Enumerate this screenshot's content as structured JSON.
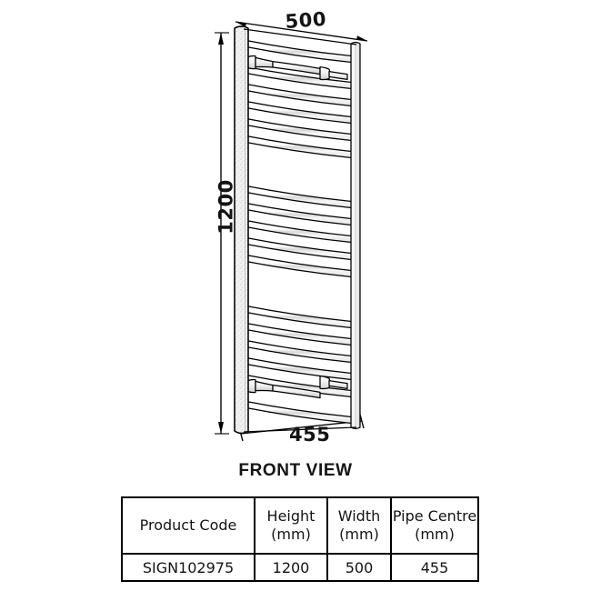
{
  "drawing": {
    "title": "FRONT VIEW",
    "product_type": "curved-towel-rail-radiator",
    "dimensions": {
      "width_top": "500",
      "height_left": "1200",
      "pipe_centre_bottom": "455",
      "unit": "mm"
    },
    "bar_count": 22,
    "bracket_count": 2
  },
  "table": {
    "headers": [
      {
        "label": "Product Code",
        "unit": ""
      },
      {
        "label": "Height",
        "unit": "(mm)"
      },
      {
        "label": "Width",
        "unit": "(mm)"
      },
      {
        "label": "Pipe Centre",
        "unit": "(mm)"
      }
    ],
    "rows": [
      {
        "product_code": "SIGN102975",
        "height": "1200",
        "width": "500",
        "pipe_centre": "455"
      }
    ]
  },
  "colors": {
    "background": "#ffffff",
    "line": "#000000",
    "text": "#141414",
    "rail_fill": "#efefef",
    "bar_fill": "#fafafa"
  }
}
